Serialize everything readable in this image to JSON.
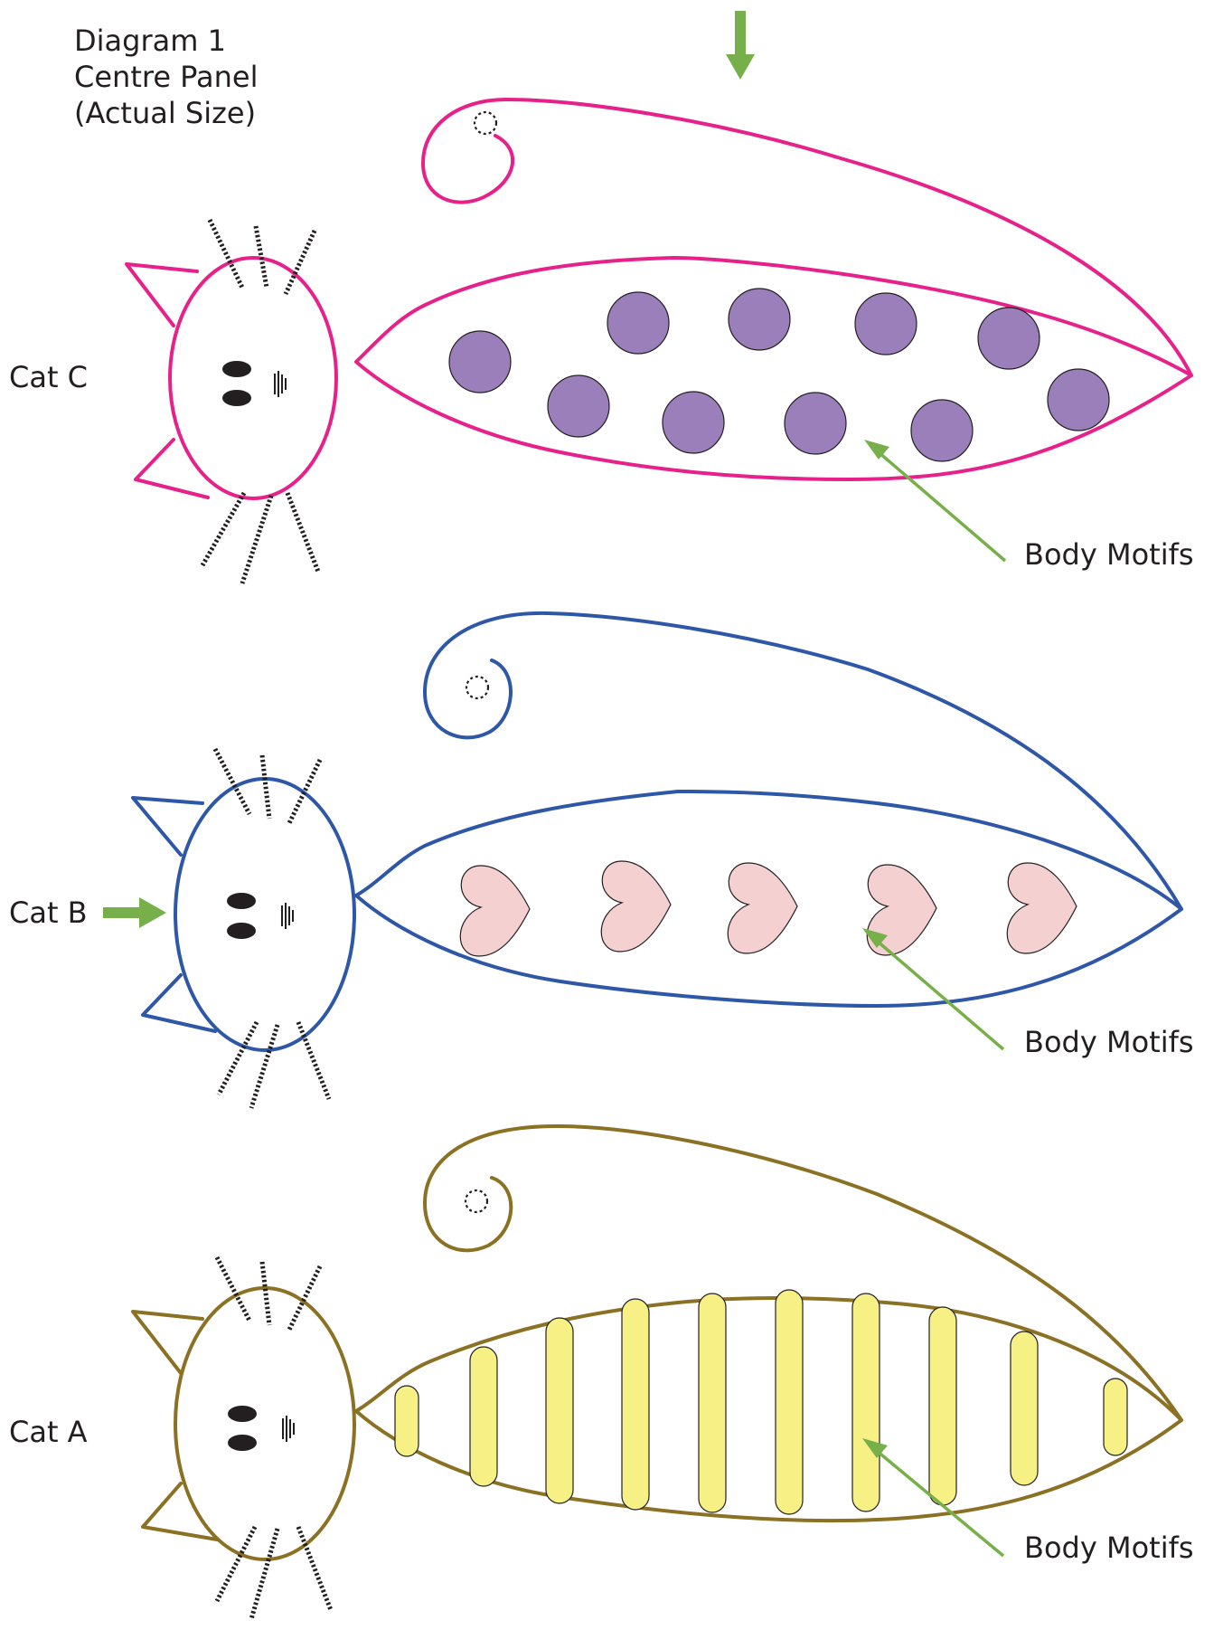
{
  "title": {
    "line1": "Diagram 1",
    "line2": "Centre Panel",
    "line3": "(Actual Size)"
  },
  "colors": {
    "cat_c_outline": "#e6228a",
    "cat_b_outline": "#2e57a8",
    "cat_a_outline": "#8a7124",
    "dot_motif": "#9b7fbb",
    "heart_motif": "#f5d0d0",
    "stripe_motif": "#f7f085",
    "pointer_arrow": "#77b04a",
    "ink": "#231f20"
  },
  "cats": [
    {
      "id": "cat-c",
      "label": "Cat C",
      "motif": "dots",
      "motif_label": "Body Motifs",
      "motif_count": 10
    },
    {
      "id": "cat-b",
      "label": "Cat B",
      "motif": "hearts",
      "motif_label": "Body Motifs",
      "motif_count": 5
    },
    {
      "id": "cat-a",
      "label": "Cat A",
      "motif": "stripes",
      "motif_label": "Body Motifs",
      "motif_count": 10
    }
  ]
}
